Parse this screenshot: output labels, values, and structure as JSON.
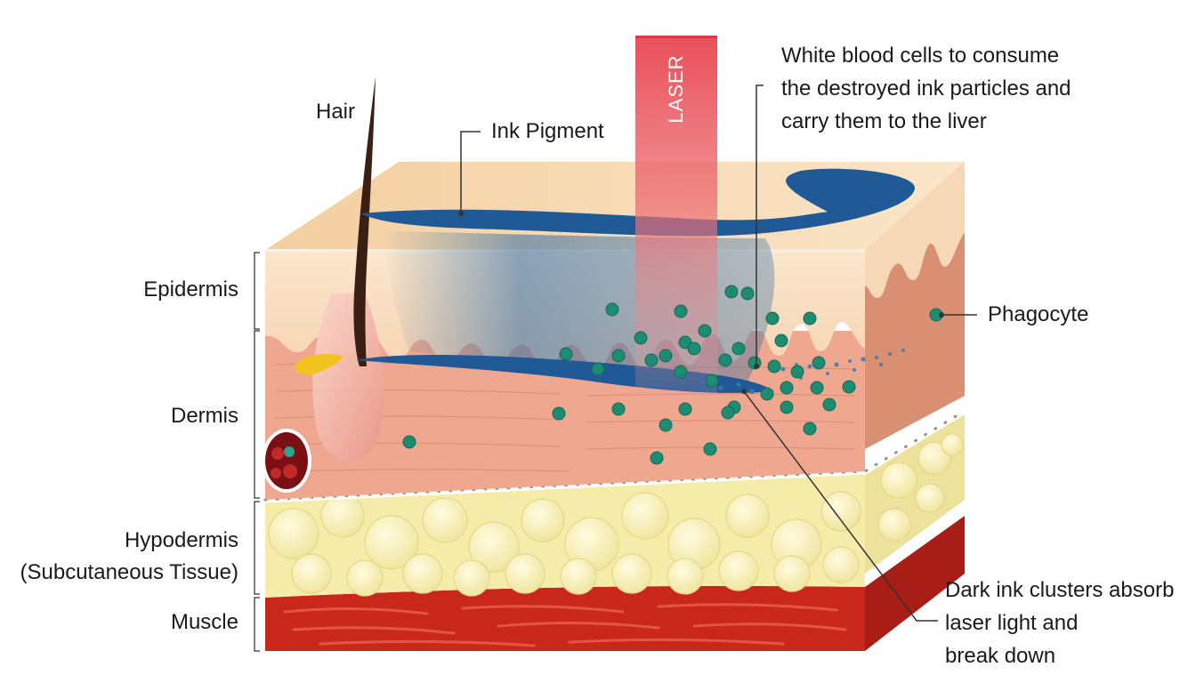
{
  "layers": [
    {
      "id": "epidermis",
      "label": "Epidermis"
    },
    {
      "id": "dermis",
      "label": "Dermis"
    },
    {
      "id": "hypodermis",
      "label": "Hypodermis\n(Subcutaneous Tissue)"
    },
    {
      "id": "muscle",
      "label": "Muscle"
    }
  ],
  "labels": {
    "hair": "Hair",
    "ink_pigment": "Ink Pigment",
    "laser": "LASER",
    "white_blood_cells": "White blood cells to consume\nthe destroyed ink particles and\ncarry them to the liver",
    "phagocyte": "Phagocyte",
    "dark_ink": "Dark ink clusters absorb\nlaser light and\nbreak down"
  },
  "colors": {
    "epidermis_top": "#f8ddb8",
    "dermis": "#efa88f",
    "hypodermis": "#f7efb0",
    "muscle": "#c9261c",
    "ink": "#1f5a96",
    "laser": "#e8505a",
    "phagocyte": "#1e8c72"
  }
}
